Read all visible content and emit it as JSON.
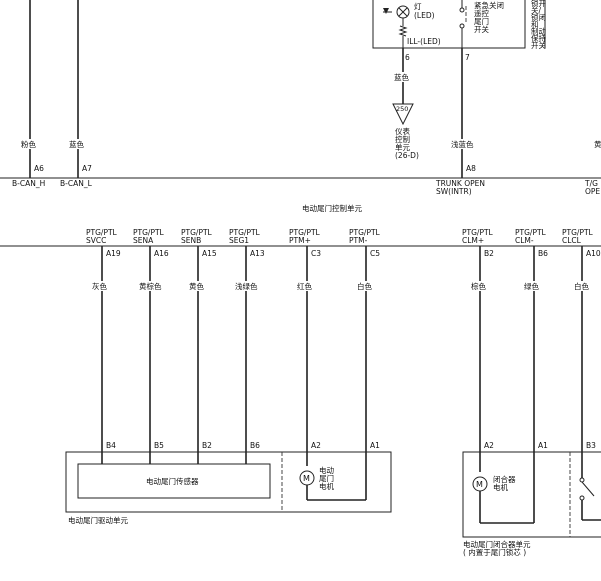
{
  "top": {
    "lamp_label": [
      "灯",
      "(LED)"
    ],
    "switch_label": [
      "紧急关闭",
      "遥控",
      "尾门",
      "开关"
    ],
    "right_switch_label": [
      "锁开",
      "关/",
      "锁闭",
      "和",
      "制动",
      "保持",
      "开关"
    ],
    "ill_label": "ILL-(LED)",
    "pin_6": "6",
    "pin_7": "7",
    "wire_blue": "蓝色",
    "ground_number": "250",
    "ground_label": [
      "仪表",
      "控制",
      "单元",
      "(26-D)"
    ],
    "wire_light_blue": "浅蓝色",
    "wire_right_cut": "黄"
  },
  "ecu_bus": {
    "title": "电动尾门控制单元",
    "pins": [
      {
        "color": "粉色",
        "pin": "A6",
        "signal": "B-CAN_H"
      },
      {
        "color": "蓝色",
        "pin": "A7",
        "signal": "B-CAN_L"
      },
      {
        "color": "浅蓝色",
        "pin": "A8",
        "signal": [
          "TRUNK OPEN",
          "SW(INTR)"
        ]
      }
    ],
    "right_signal": [
      "T/G",
      "OPE"
    ]
  },
  "ptg_bus": {
    "pins": [
      {
        "signal": [
          "PTG/PTL",
          "SVCC"
        ],
        "pin": "A19",
        "color": "灰色"
      },
      {
        "signal": [
          "PTG/PTL",
          "SENA"
        ],
        "pin": "A16",
        "color": "黄棕色"
      },
      {
        "signal": [
          "PTG/PTL",
          "SENB"
        ],
        "pin": "A15",
        "color": "黄色"
      },
      {
        "signal": [
          "PTG/PTL",
          "SEG1"
        ],
        "pin": "A13",
        "color": "浅绿色"
      },
      {
        "signal": [
          "PTG/PTL",
          "PTM+"
        ],
        "pin": "C3",
        "color": "红色"
      },
      {
        "signal": [
          "PTG/PTL",
          "PTM-"
        ],
        "pin": "C5",
        "color": "白色"
      },
      {
        "signal": [
          "PTG/PTL",
          "CLM+"
        ],
        "pin": "B2",
        "color": "棕色"
      },
      {
        "signal": [
          "PTG/PTL",
          "CLM-"
        ],
        "pin": "B6",
        "color": "绿色"
      },
      {
        "signal": [
          "PTG/PTL",
          "CLCL"
        ],
        "pin": "A10",
        "color": "白色"
      }
    ]
  },
  "drive_unit": {
    "pins": [
      "B4",
      "B5",
      "B2",
      "B6",
      "A2",
      "A1"
    ],
    "sensor_label": "电动尾门传感器",
    "motor_label": [
      "电动",
      "尾门",
      "电机"
    ],
    "motor_symbol": "M",
    "title": "电动尾门驱动单元"
  },
  "latch_unit": {
    "pins": [
      "A2",
      "A1",
      "B3"
    ],
    "motor_label": [
      "闭合器",
      "电机"
    ],
    "motor_symbol": "M",
    "title": [
      "电动尾门闭合器单元",
      "( 内置于尾门锁芯 )"
    ]
  }
}
